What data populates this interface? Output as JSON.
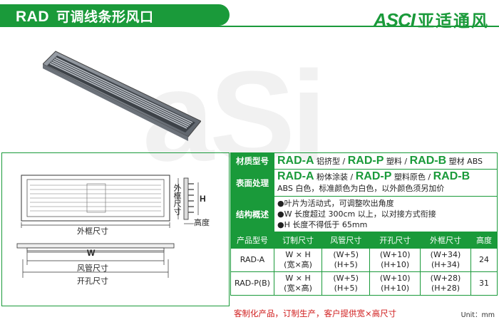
{
  "header": {
    "code": "RAD",
    "title": "可调线条形风口",
    "logo_mark": "ASCI",
    "logo_text": "亚适通风"
  },
  "drawing": {
    "outer_frame_label": "外框尺寸",
    "w_label": "W",
    "duct_label": "风管尺寸",
    "opening_label": "开孔尺寸",
    "height_label": "高度",
    "side_outer_label": "外框尺寸",
    "h_label": "H"
  },
  "spec": {
    "material_label": "材质型号",
    "material_a": "RAD-A",
    "material_a_desc": "铝挤型",
    "material_p": "RAD-P",
    "material_p_desc": "塑料",
    "material_b": "RAD-B",
    "material_b_desc": "塑材 ABS",
    "surface_label": "表面处理",
    "surface_a": "RAD-A",
    "surface_a_desc": "粉体涂装",
    "surface_p": "RAD-P",
    "surface_p_desc": "塑料原色",
    "surface_b": "RAD-B",
    "surface_b_desc": "ABS 白色，标准颜色为白色，以外颜色须另加价",
    "structure_label": "结构概述",
    "structure_items": [
      "●叶片为活动式，可调整吹出角度",
      "●W 长度超过 300cm 以上，以对接方式衔接",
      "●H 长度不得低于 65mm"
    ]
  },
  "table": {
    "headers": [
      "产品型号",
      "订制尺寸",
      "风管尺寸",
      "开孔尺寸",
      "外框尺寸",
      "高度"
    ],
    "rows": [
      {
        "model": "RAD-A",
        "custom1": "W × H",
        "custom2": "(宽×高)",
        "duct1": "(W+5)",
        "duct2": "(H+5)",
        "open1": "(W+10)",
        "open2": "(H+10)",
        "outer1": "(W+34)",
        "outer2": "(H+34)",
        "height": "24"
      },
      {
        "model": "RAD-P(B)",
        "custom1": "W × H",
        "custom2": "(宽×高)",
        "duct1": "(W+5)",
        "duct2": "(H+5)",
        "open1": "(W+10)",
        "open2": "(H+10)",
        "outer1": "(W+28)",
        "outer2": "(H+28)",
        "height": "31"
      }
    ]
  },
  "footer": {
    "note": "客制化产品，订制生产，客户提供宽×高尺寸",
    "unit": "Unit：mm"
  },
  "colors": {
    "brand_green": "#1a9a3a",
    "note_red": "#d01d1d"
  }
}
